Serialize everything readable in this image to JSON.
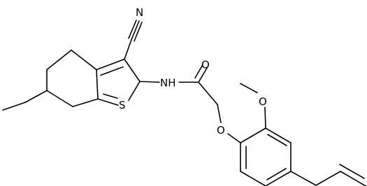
{
  "diagram": {
    "type": "chemical-structure",
    "atom_labels": {
      "nitrile_nitrogen": "N",
      "amide_nh": "NH",
      "carbonyl_oxygen": "O",
      "thiophene_sulfur": "S",
      "ether_oxygen": "O",
      "methoxy_oxygen": "O"
    }
  },
  "colors": {
    "bond": "#000000",
    "label": "#000000",
    "background": "#ffffff"
  }
}
